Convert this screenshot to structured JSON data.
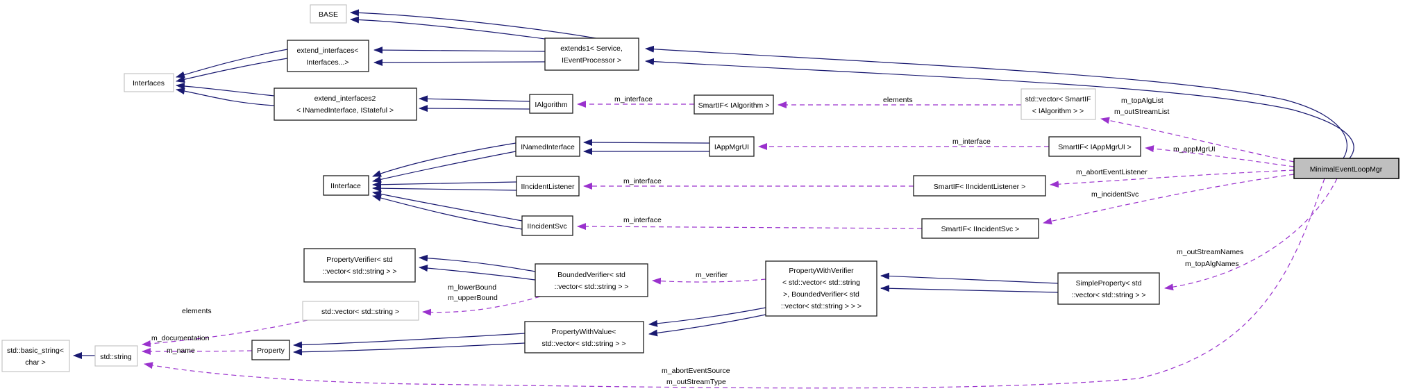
{
  "diagram": {
    "type": "collaboration-graph",
    "focus_class": "MinimalEventLoopMgr",
    "colors": {
      "inheritance_edge": "#191970",
      "usage_edge": "#9a32cd",
      "focus_node_fill": "#bfbfbf",
      "external_node_border": "#bfbfbf",
      "node_border": "#1c1c1c",
      "background": "#ffffff"
    }
  },
  "nodes": {
    "base": {
      "lines": [
        "BASE"
      ]
    },
    "extend_interfaces": {
      "lines": [
        "extend_interfaces<",
        "Interfaces...>"
      ]
    },
    "interfaces": {
      "lines": [
        "Interfaces"
      ]
    },
    "extend_interfaces2": {
      "lines": [
        "extend_interfaces2",
        "< INamedInterface, IStateful >"
      ]
    },
    "extends1": {
      "lines": [
        "extends1< Service,",
        "IEventProcessor >"
      ]
    },
    "ialgorithm": {
      "lines": [
        "IAlgorithm"
      ]
    },
    "smartif_ialgorithm": {
      "lines": [
        "SmartIF< IAlgorithm >"
      ]
    },
    "vector_smartif_ialgorithm": {
      "lines": [
        "std::vector< SmartIF",
        "< IAlgorithm > >"
      ]
    },
    "minimal_event_loop_mgr": {
      "lines": [
        "MinimalEventLoopMgr"
      ]
    },
    "iinterface": {
      "lines": [
        "IInterface"
      ]
    },
    "inamedinterface": {
      "lines": [
        "INamedInterface"
      ]
    },
    "iincidentlistener": {
      "lines": [
        "IIncidentListener"
      ]
    },
    "iincidentsvc": {
      "lines": [
        "IIncidentSvc"
      ]
    },
    "iappmgrui": {
      "lines": [
        "IAppMgrUI"
      ]
    },
    "smartif_iappmgrui": {
      "lines": [
        "SmartIF< IAppMgrUI >"
      ]
    },
    "smartif_iincidentlistener": {
      "lines": [
        "SmartIF< IIncidentListener >"
      ]
    },
    "smartif_iincidentsvc": {
      "lines": [
        "SmartIF< IIncidentSvc >"
      ]
    },
    "propertyverifier": {
      "lines": [
        "PropertyVerifier< std",
        "::vector< std::string > >"
      ]
    },
    "boundedverifier": {
      "lines": [
        "BoundedVerifier< std",
        "::vector< std::string > >"
      ]
    },
    "propertywithverifier": {
      "lines": [
        "PropertyWithVerifier",
        "< std::vector< std::string",
        " >, BoundedVerifier< std",
        "::vector< std::string > > >"
      ]
    },
    "simpleproperty": {
      "lines": [
        "SimpleProperty< std",
        "::vector< std::string > >"
      ]
    },
    "vector_string": {
      "lines": [
        "std::vector< std::string >"
      ]
    },
    "propertywithvalue": {
      "lines": [
        "PropertyWithValue<",
        " std::vector< std::string > >"
      ]
    },
    "property": {
      "lines": [
        "Property"
      ]
    },
    "std_string": {
      "lines": [
        "std::string"
      ]
    },
    "basic_string": {
      "lines": [
        "std::basic_string<",
        "char >"
      ]
    }
  },
  "labels": {
    "elements_top": "elements",
    "elements_bottom": "elements",
    "m_interface_algorithm": "m_interface",
    "m_interface_appmgrui": "m_interface",
    "m_interface_incidentlistener": "m_interface",
    "m_interface_incidentsvc": "m_interface",
    "m_topalglist": "m_topAlgList",
    "m_outstreamlist": "m_outStreamList",
    "m_appmgrui": "m_appMgrUI",
    "m_aborteventlistener": "m_abortEventListener",
    "m_incidentsvc": "m_incidentSvc",
    "m_outstreamnames": "m_outStreamNames",
    "m_topalgnames": "m_topAlgNames",
    "m_lowerbound": "m_lowerBound",
    "m_upperbound": "m_upperBound",
    "m_verifier": "m_verifier",
    "m_documentation": "m_documentation",
    "m_name": "m_name",
    "m_aborteventsource": "m_abortEventSource",
    "m_outstreamtype": "m_outStreamType"
  }
}
